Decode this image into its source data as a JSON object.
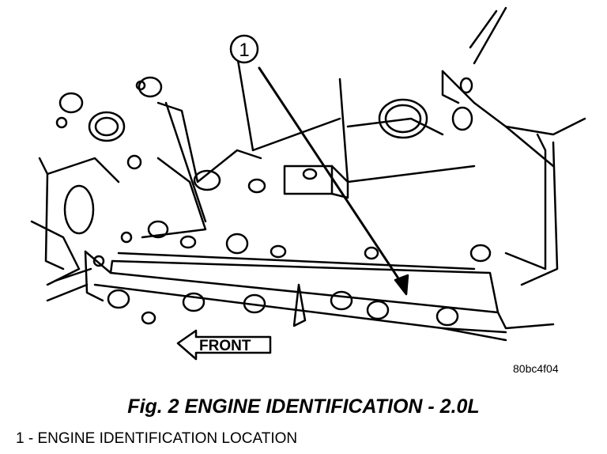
{
  "diagram": {
    "callout_number": "1",
    "direction_label": "FRONT",
    "reference_code": "80bc4f04",
    "caption": "Fig. 2 ENGINE IDENTIFICATION - 2.0L",
    "legend": [
      {
        "text": "1 - ENGINE IDENTIFICATION LOCATION"
      }
    ]
  }
}
